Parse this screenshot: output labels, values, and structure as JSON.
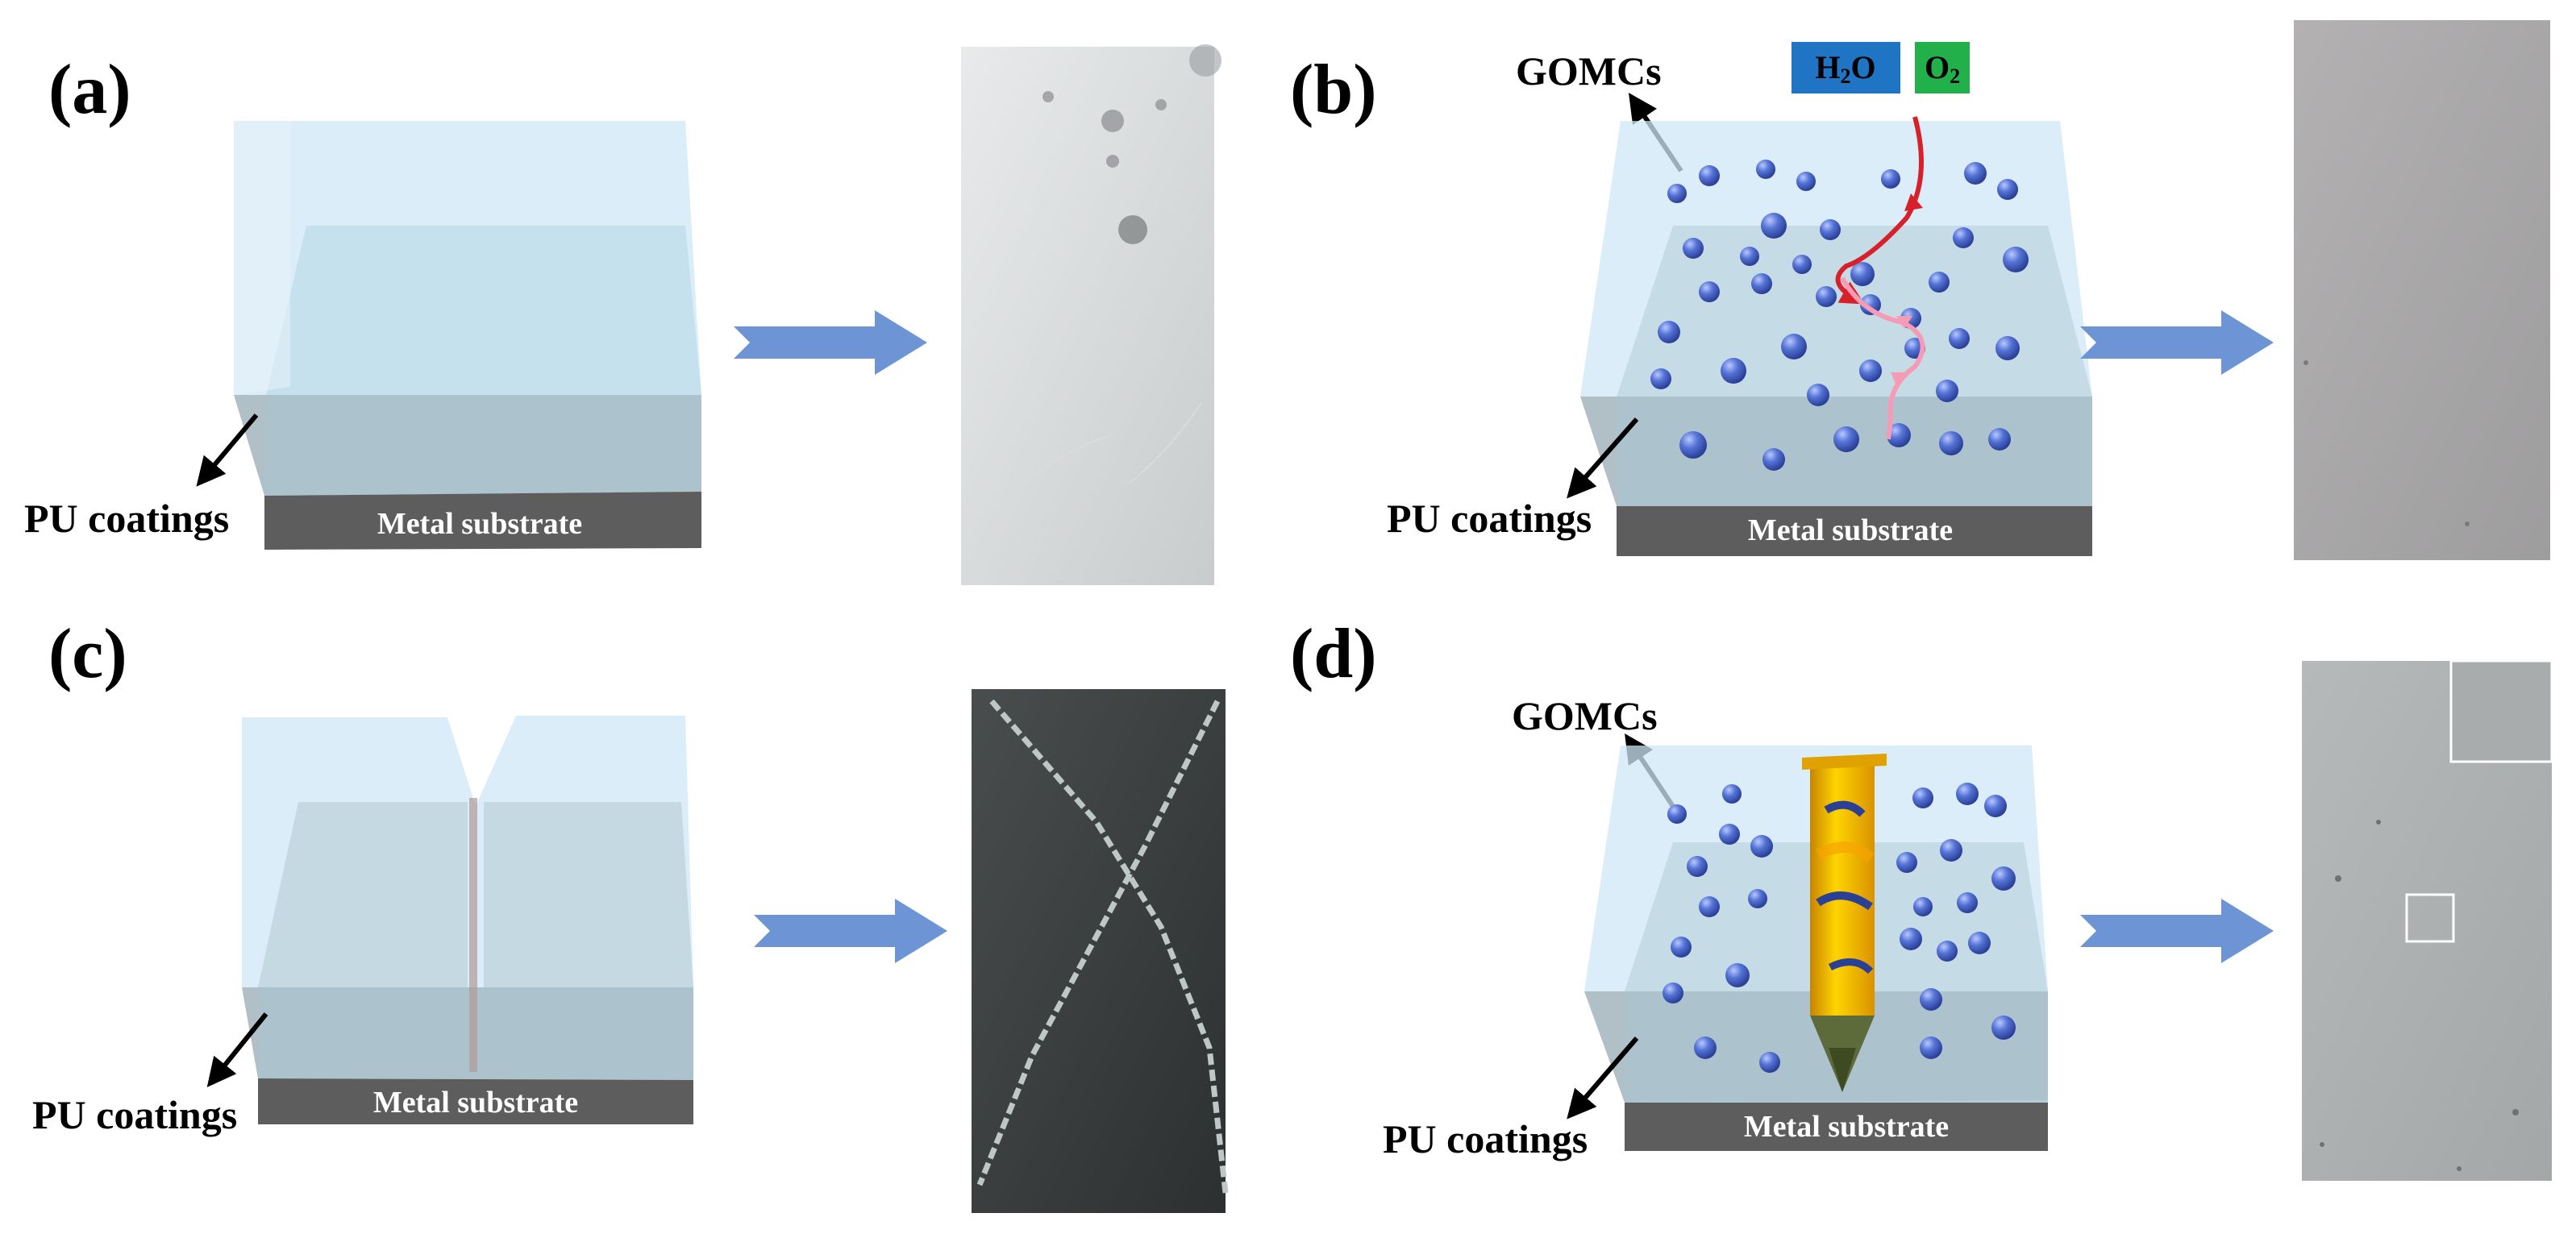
{
  "panels": {
    "a": {
      "label": "(a)",
      "pu_label": "PU coatings",
      "substrate_label": "Metal substrate"
    },
    "b": {
      "label": "(b)",
      "pu_label": "PU coatings",
      "substrate_label": "Metal substrate",
      "gomc_label": "GOMCs",
      "h2o_label": "H",
      "h2o_sub": "2",
      "h2o_end": "O",
      "o2_label": "O",
      "o2_sub": "2"
    },
    "c": {
      "label": "(c)",
      "pu_label": "PU coatings",
      "substrate_label": "Metal substrate"
    },
    "d": {
      "label": "(d)",
      "pu_label": "PU coatings",
      "substrate_label": "Metal substrate",
      "gomc_label": "GOMCs"
    }
  },
  "colors": {
    "coating": "#cfe7f5",
    "substrate_front": "#5d5d5d",
    "arrow_blue": "#6d94d4",
    "sphere": "#4f6fcf",
    "h2o_box": "#1f74c4",
    "o2_box": "#22b04a",
    "red_path": "#d8202a",
    "pink_path": "#f59bb6",
    "pen_gold": "#f1b500"
  },
  "icons": [
    "left-arrow-pointer",
    "right-block-arrow",
    "gomc-sphere",
    "pen-icon",
    "diffusion-path"
  ]
}
